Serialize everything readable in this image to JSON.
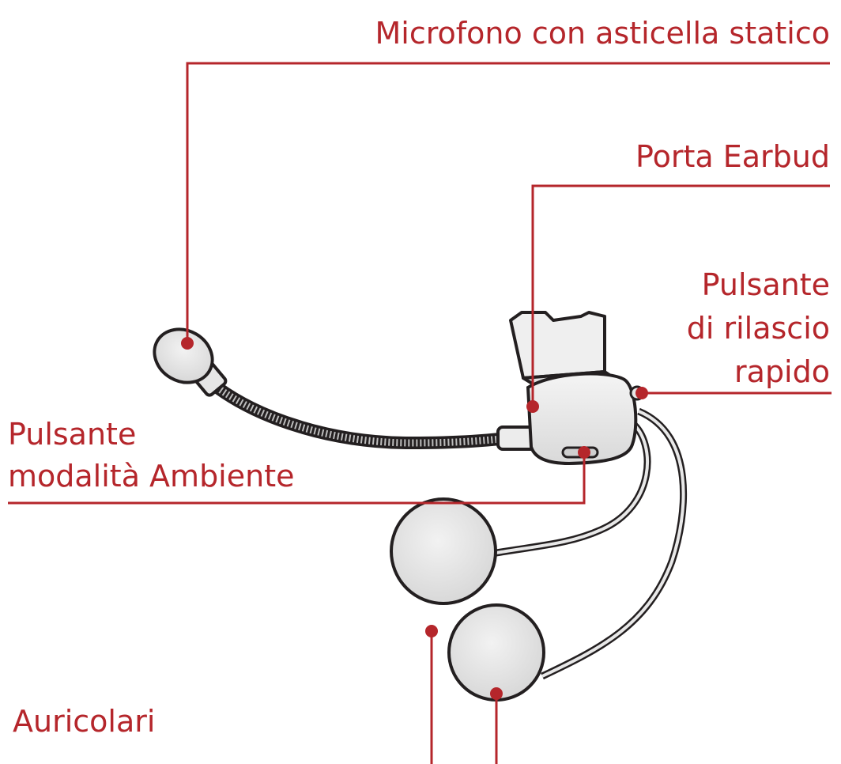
{
  "labels": {
    "microphone": "Microfono con asticella statico",
    "earbud_port": "Porta Earbud",
    "quick_release_line1": "Pulsante",
    "quick_release_line2": "di rilascio",
    "quick_release_line3": "rapido",
    "ambient_line1": "Pulsante",
    "ambient_line2": "modalità Ambiente",
    "earbuds": "Auricolari"
  },
  "colors": {
    "accent": "#b5262b",
    "outline": "#231f20",
    "fill": "#e2e2e2"
  }
}
